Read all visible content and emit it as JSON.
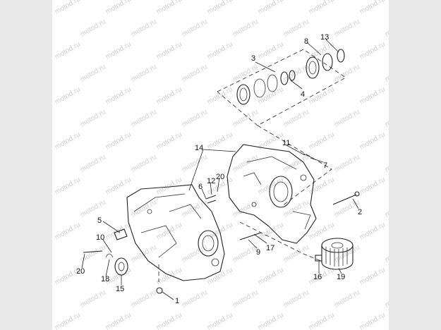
{
  "watermark": "motod.ru",
  "callouts": {
    "c1": "1",
    "c2": "2",
    "c3": "3",
    "c4": "4",
    "c5": "5",
    "c6": "6",
    "c7": "7",
    "c8": "8",
    "c9": "9",
    "c10": "10",
    "c11": "11",
    "c12": "12",
    "c13": "13",
    "c14": "14",
    "c15": "15",
    "c16": "16",
    "c17": "17",
    "c18": "18",
    "c19": "19",
    "c20a": "20",
    "c20b": "20"
  },
  "colors": {
    "line": "#222222",
    "watermark": "#cfcfcf",
    "background": "#ffffff",
    "margin": "#e8e8e8"
  }
}
